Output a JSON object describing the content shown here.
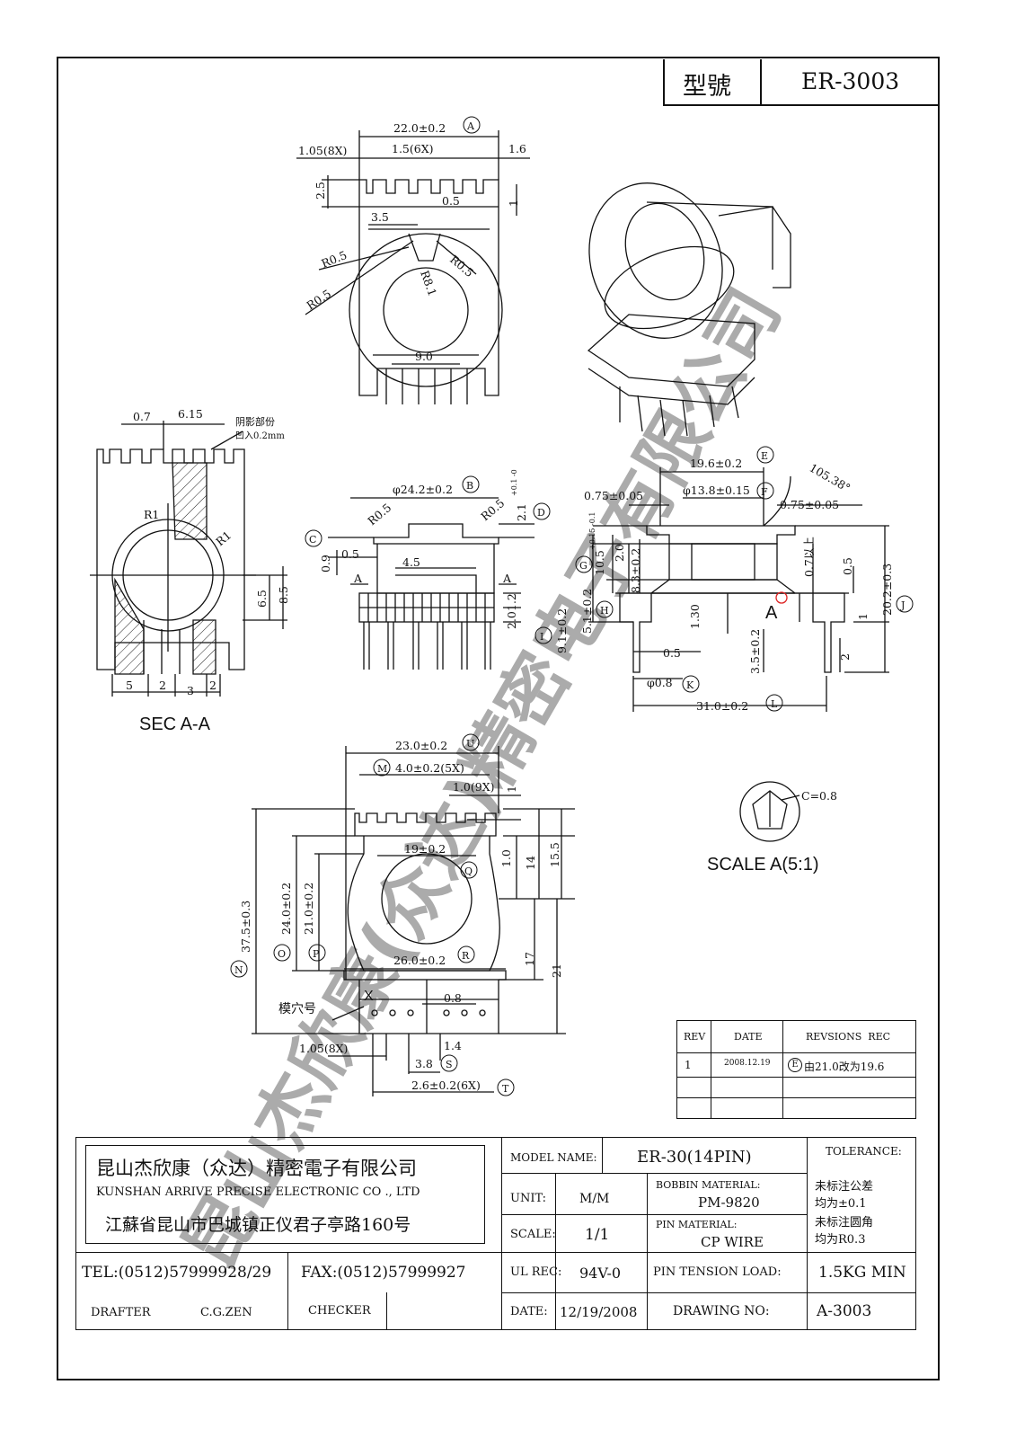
{
  "header": {
    "model_label": "型號",
    "model_value": "ER-3003"
  },
  "top_view": {
    "dim_a": "22.0±0.2",
    "dim_a_tag": "A",
    "pitch_left": "1.05(8X)",
    "pitch_mid": "1.5(6X)",
    "right_1_6": "1.6",
    "height_2_5": "2.5",
    "slot_0_5": "0.5",
    "right_1": "1",
    "gap_3_5": "3.5",
    "r_left_outer": "R0.5",
    "r_left_inner": "R0.5",
    "r_right": "R0.5",
    "r_center": "R8.1",
    "bottom_9": "9.0"
  },
  "section": {
    "top_0_7": "0.7",
    "top_6_15": "6.15",
    "note_line1": "阴影部份",
    "note_line2": "凹入0.2mm",
    "r1_left": "R1",
    "r1_right": "R1",
    "dim_6_5": "6.5",
    "dim_8_5": "8.5",
    "bottom_5": "5",
    "bottom_2a": "2",
    "bottom_3": "3",
    "bottom_2b": "2",
    "title": "SEC A-A"
  },
  "front_view": {
    "dia_b": "φ24.2±0.2",
    "tag_b": "B",
    "r_left": "R0.5",
    "r_right": "R0.5",
    "tag_c": "C",
    "tag_d": "D",
    "d_value": "2.1",
    "d_tol": "+0.1 -0",
    "dim_0_9": "0.9",
    "dim_0_5": "0.5",
    "dim_4_5": "4.5",
    "sec_a_left": "A",
    "sec_a_right": "A",
    "dim_1_2": "1.2",
    "dim_2_0": "2.0"
  },
  "side_view": {
    "dim_e": "19.6±0.2",
    "tag_e": "E",
    "angle": "105.38°",
    "dia_f": "φ13.8±0.15",
    "tag_f": "F",
    "left_0_75": "0.75±0.05",
    "right_0_75": "0.75±0.05",
    "v_0_1": "+0.15 -0.1",
    "v_10_5": "10.5",
    "v_2_0": "2.0",
    "v_g": "8.3±0.2",
    "tag_g": "G",
    "v_h": "5.1±0.2",
    "tag_h": "H",
    "v_i": "9.1±0.2",
    "tag_i": "I",
    "v_0_7": "0.7以上",
    "v_0_5": "0.5",
    "v_j": "20.2±0.3",
    "tag_j": "J",
    "v_1_30": "1.30",
    "detail_a": "A",
    "h_0_5": "0.5",
    "dia_k": "φ0.8",
    "tag_k": "K",
    "v_3_5": "3.5±0.2",
    "v_2": "2",
    "v_1": "1",
    "dim_l": "31.0±0.2",
    "tag_l": "L"
  },
  "bottom_view": {
    "dim_u": "23.0±0.2",
    "tag_u": "U",
    "dim_m": "4.0±0.2(5X)",
    "tag_m": "M",
    "dim_1_0_9x": "1.0(9X)",
    "dim_1": "1",
    "dim_q": "19±0.2",
    "tag_q": "Q",
    "v_1_0": "1.0",
    "v_14": "14",
    "v_15_5": "15.5",
    "v_n": "37.5±0.3",
    "tag_n": "N",
    "v_o": "24.0±0.2",
    "tag_o": "O",
    "v_p": "21.0±0.2",
    "tag_p": "P",
    "dim_r": "26.0±0.2",
    "tag_r": "R",
    "v_17": "17",
    "v_21": "21",
    "cavity": "模穴号",
    "x_mark": "X",
    "dim_0_8": "0.8",
    "dim_1_05": "1.05(8X)",
    "dim_1_4": "1.4",
    "dim_s": "3.8",
    "tag_s": "S",
    "dim_t": "2.6±0.2(6X)",
    "tag_t": "T"
  },
  "detail": {
    "chamfer": "C=0.8",
    "title": "SCALE A(5:1)"
  },
  "revisions": {
    "headers": [
      "REV",
      "DATE",
      "REVSIONS  REC"
    ],
    "rows": [
      {
        "rev": "1",
        "date": "2008.12.19",
        "tag": "E",
        "text": "由21.0改为19.6"
      }
    ]
  },
  "watermark": "昆山杰欣康(众达)精密电子有限公司",
  "title_block": {
    "company_cn": "昆山杰欣康（众达）精密電子有限公司",
    "company_en": "KUNSHAN ARRIVE PRECISE ELECTRONIC CO ., LTD",
    "address": "江蘇省昆山市巴城镇正仪君子亭路160号",
    "tel": "TEL:(0512)57999928/29",
    "fax": "FAX:(0512)57999927",
    "drafter_label": "DRAFTER",
    "drafter_value": "C.G.ZEN",
    "checker_label": "CHECKER",
    "model_name_label": "MODEL NAME:",
    "model_name_value": "ER-30(14PIN)",
    "unit_label": "UNIT:",
    "unit_value": "M/M",
    "bobbin_label": "BOBBIN MATERIAL:",
    "bobbin_value": "PM-9820",
    "scale_label": "SCALE:",
    "scale_value": "1/1",
    "pin_label": "PIN MATERIAL:",
    "pin_value": "CP WIRE",
    "ul_label": "UL REC:",
    "ul_value": "94V-0",
    "tension_label": "PIN TENSION LOAD:",
    "tension_value": "1.5KG MIN",
    "date_label": "DATE:",
    "date_value": "12/19/2008",
    "drawing_label": "DRAWING NO:",
    "drawing_value": "A-3003",
    "tolerance_label": "TOLERANCE:",
    "tolerance_l1": "未标注公差",
    "tolerance_l2": "均为±0.1",
    "tolerance_l3": "未标注圆角",
    "tolerance_l4": "均为R0.3"
  }
}
